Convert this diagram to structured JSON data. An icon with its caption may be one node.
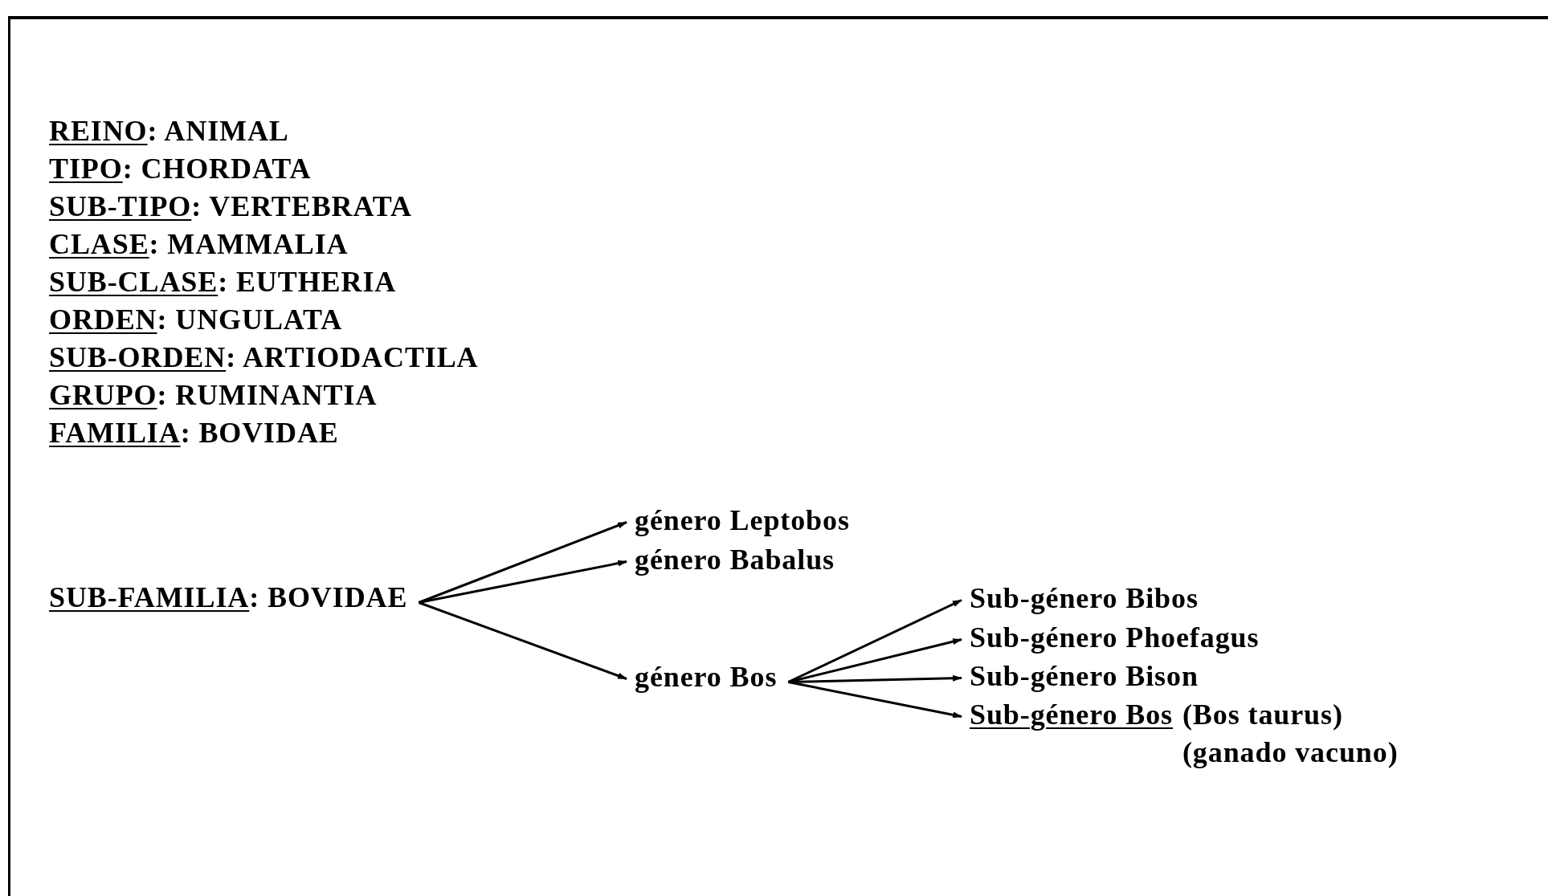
{
  "diagram": {
    "nodes": [
      {
        "text": [
          "SUB-FAMILIA: BOVIDAE"
        ]
      },
      {
        "text": [
          "género Leptobos"
        ]
      },
      {
        "text": [
          "género Babalus"
        ]
      },
      {
        "text": [
          "género Bos"
        ]
      },
      {
        "text": [
          "Sub-género Bibos"
        ]
      },
      {
        "text": [
          "Sub-género Phoefagus"
        ]
      },
      {
        "text": [
          "Sub-género Bison"
        ]
      },
      {
        "text": [
          "Sub-género Bos",
          "(Bos taurus) (ganado vacuno)"
        ]
      }
    ],
    "edges": [
      {
        "from": 0,
        "to": 1,
        "arrow": "to"
      },
      {
        "from": 0,
        "to": 2,
        "arrow": "to"
      },
      {
        "from": 0,
        "to": 3,
        "arrow": "to"
      },
      {
        "from": 3,
        "to": 4,
        "arrow": "to"
      },
      {
        "from": 3,
        "to": 5,
        "arrow": "to"
      },
      {
        "from": 3,
        "to": 6,
        "arrow": "to"
      },
      {
        "from": 3,
        "to": 7,
        "arrow": "to"
      }
    ],
    "labels": [
      "REINO: ANIMAL",
      "TIPO: CHORDATA",
      "SUB-TIPO: VERTEBRATA",
      "CLASE: MAMMALIA",
      "SUB-CLASE: EUTHERIA",
      "ORDEN: UNGULATA",
      "SUB-ORDEN: ARTIODACTILA",
      "GRUPO: RUMINANTIA",
      "FAMILIA: BOVIDAE"
    ]
  }
}
